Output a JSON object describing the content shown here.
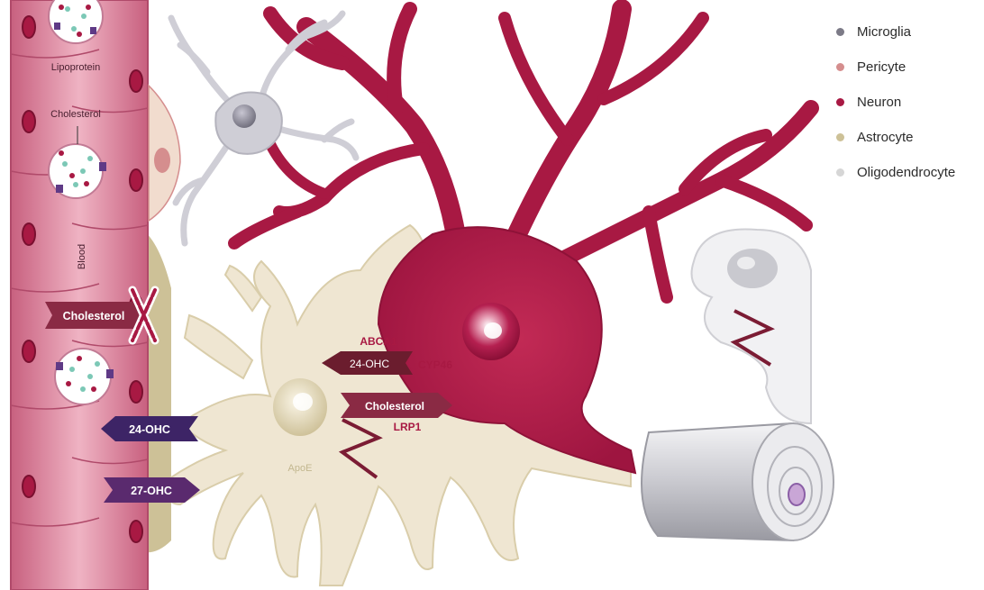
{
  "legend": {
    "items": [
      {
        "label": "Microglia",
        "color": "#7c7a87"
      },
      {
        "label": "Pericyte",
        "color": "#d58e8e"
      },
      {
        "label": "Neuron",
        "color": "#a81943"
      },
      {
        "label": "Astrocyte",
        "color": "#cdc197"
      },
      {
        "label": "Oligodendrocyte",
        "color": "#d6d6d6"
      }
    ]
  },
  "vessel": {
    "lipoprotein_label": "Lipoprotein",
    "cholesterol_label": "Cholesterol",
    "blood_label": "Blood"
  },
  "arrows": {
    "cholesterol_blocked": "Cholesterol",
    "ohc24_out": "24-OHC",
    "ohc27_in": "27-OHC",
    "neuron_24ohc": "24-OHC",
    "neuron_cholesterol": "Cholesterol"
  },
  "proteins": {
    "abca1": "ABCA1",
    "cyp46": "CYP46",
    "lrp1": "LRP1",
    "apoe": "ApoE"
  },
  "colors": {
    "neuron": "#a81943",
    "astrocyte": "#efe6d2",
    "vessel": "#d9889e",
    "microglia": "#cfced6",
    "dark_arrow": "#6b1d2e",
    "purple_arrow": "#4a2a6e"
  }
}
